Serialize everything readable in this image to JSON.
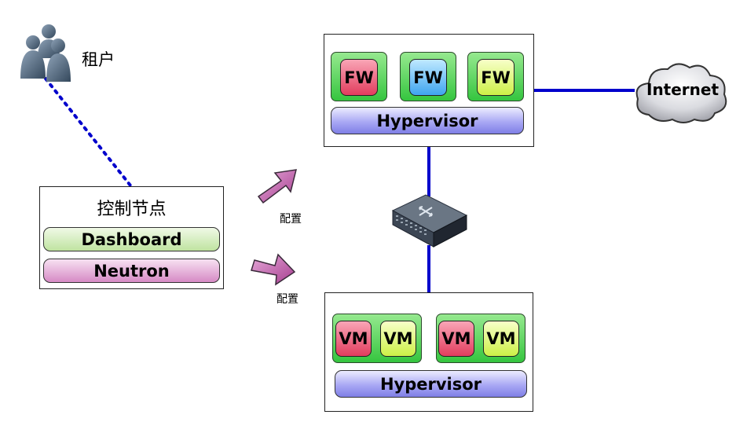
{
  "tenant": {
    "label": "租户"
  },
  "control_node": {
    "title": "控制节点",
    "services": [
      "Dashboard",
      "Neutron"
    ]
  },
  "arrows": [
    "配置",
    "配置"
  ],
  "network_host": {
    "instances": [
      "FW",
      "FW",
      "FW"
    ],
    "hypervisor": "Hypervisor"
  },
  "compute_host": {
    "instances": [
      "VM",
      "VM",
      "VM",
      "VM"
    ],
    "hypervisor": "Hypervisor"
  },
  "internet": {
    "label": "Internet"
  },
  "colors": {
    "link": "#0000cc",
    "fw_red": "#e23d5e",
    "fw_blue": "#3fa5ef",
    "fw_lime": "#cdf047",
    "host_green": "#35c53f",
    "hypervisor": "#a9a8f4",
    "dashboard": "#bfe3a0",
    "neutron": "#d68ac5",
    "arrow": "#a63d8f"
  }
}
